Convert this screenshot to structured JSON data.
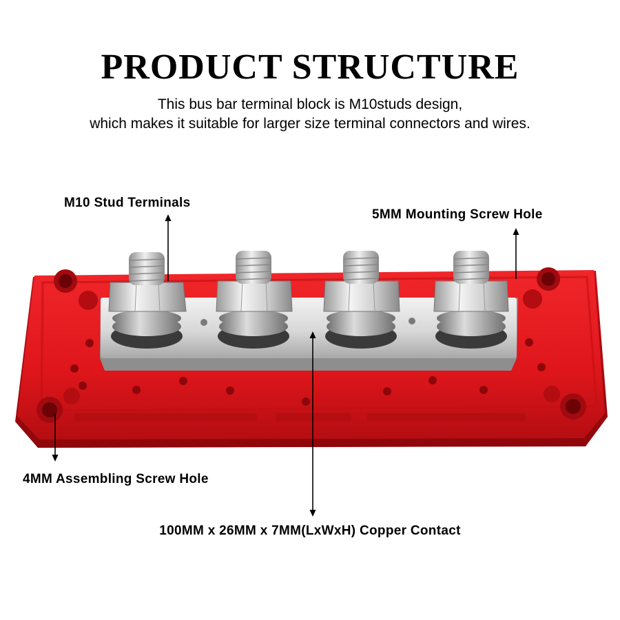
{
  "title": "PRODUCT STRUCTURE",
  "subtitle": {
    "line1": "This bus bar terminal block is M10studs design,",
    "line2": "which makes it suitable for larger size terminal connectors and wires."
  },
  "callouts": {
    "stud_terminals": "M10 Stud Terminals",
    "mounting_hole": "5MM Mounting Screw Hole",
    "assembling_hole": "4MM Assembling Screw Hole",
    "copper_contact": "100MM x 26MM x 7MM(LxWxH) Copper Contact"
  },
  "colors": {
    "base_red": "#e0161b",
    "metal": "#c9c9c9"
  }
}
